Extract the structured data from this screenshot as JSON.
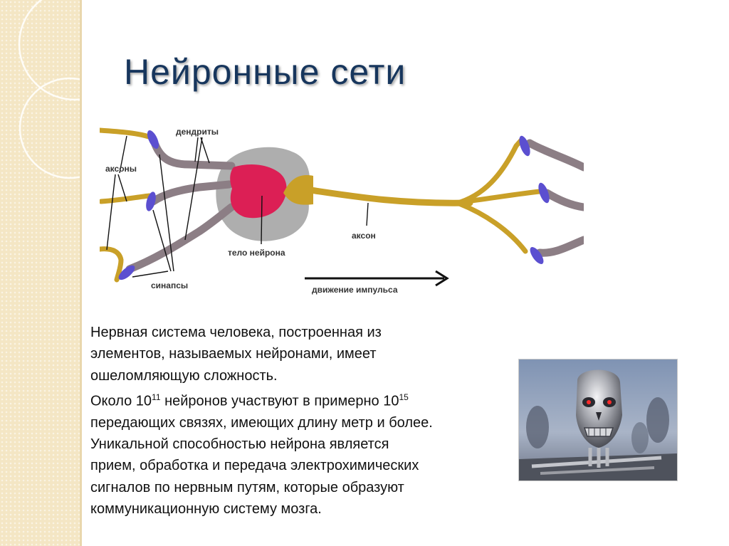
{
  "slide": {
    "title": "Нейронные сети",
    "accent_color": "#17365d",
    "background_band_color": "#f4e6c4"
  },
  "diagram": {
    "labels": {
      "dendrites": "дендриты",
      "axons": "аксоны",
      "synapses": "синапсы",
      "cell_body": "тело нейрона",
      "axon": "аксон",
      "impulse_direction": "движение импульса"
    },
    "colors": {
      "axon": "#c9a028",
      "dendrite": "#8c7e85",
      "synapse": "#5b4fd0",
      "nucleus": "#dc1f55",
      "soma": "#9a9a9a"
    }
  },
  "body": {
    "line1": "Нервная система человека, построенная из",
    "line2": "элементов, называемых нейронами, имеет",
    "line3": "ошеломляющую сложность.",
    "line4_pre": "Около 10",
    "line4_sup1": "11",
    "line4_mid": " нейронов участвуют в примерно 10",
    "line4_sup2": "15",
    "line5": "передающих связях, имеющих длину метр и более.",
    "line6": "Уникальной способностью нейрона является",
    "line7": "прием, обработка и передача электрохимических",
    "line8": "сигналов по нервным путям, которые образуют",
    "line9": "коммуникационную систему мозга."
  },
  "image": {
    "subject": "robot-skull-photo"
  }
}
